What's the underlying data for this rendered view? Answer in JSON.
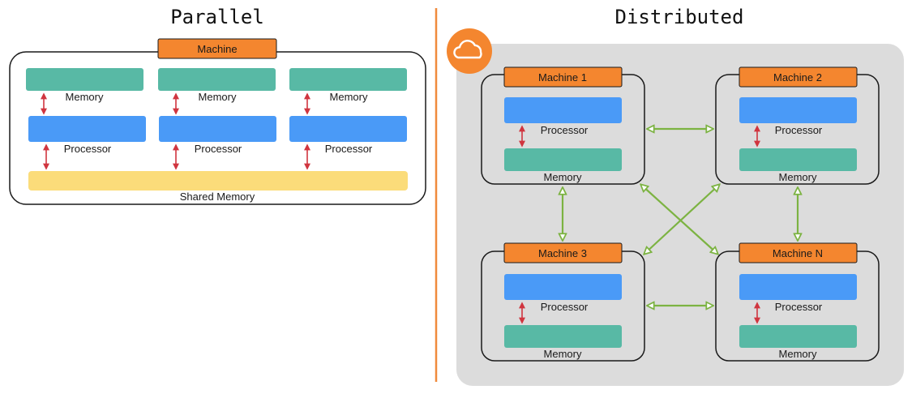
{
  "titles": {
    "parallel": "Parallel",
    "distributed": "Distributed"
  },
  "parallel": {
    "machine_label": "Machine",
    "units": [
      {
        "memory": "Memory",
        "processor": "Processor"
      },
      {
        "memory": "Memory",
        "processor": "Processor"
      },
      {
        "memory": "Memory",
        "processor": "Processor"
      }
    ],
    "shared_memory": "Shared Memory"
  },
  "distributed": {
    "cloud_icon": "cloud-icon",
    "machines": [
      {
        "label": "Machine 1",
        "processor": "Processor",
        "memory": "Memory"
      },
      {
        "label": "Machine 2",
        "processor": "Processor",
        "memory": "Memory"
      },
      {
        "label": "Machine 3",
        "processor": "Processor",
        "memory": "Memory"
      },
      {
        "label": "Machine N",
        "processor": "Processor",
        "memory": "Memory"
      }
    ]
  },
  "colors": {
    "machine_tag": "#f4862f",
    "memory": "#58b9a5",
    "processor": "#4a9af7",
    "shared_memory": "#fbdc7a",
    "local_arrow": "#d0353f",
    "network_arrow": "#7cb342",
    "divider": "#f08a3c",
    "cloud_panel": "#dcdcdc"
  }
}
